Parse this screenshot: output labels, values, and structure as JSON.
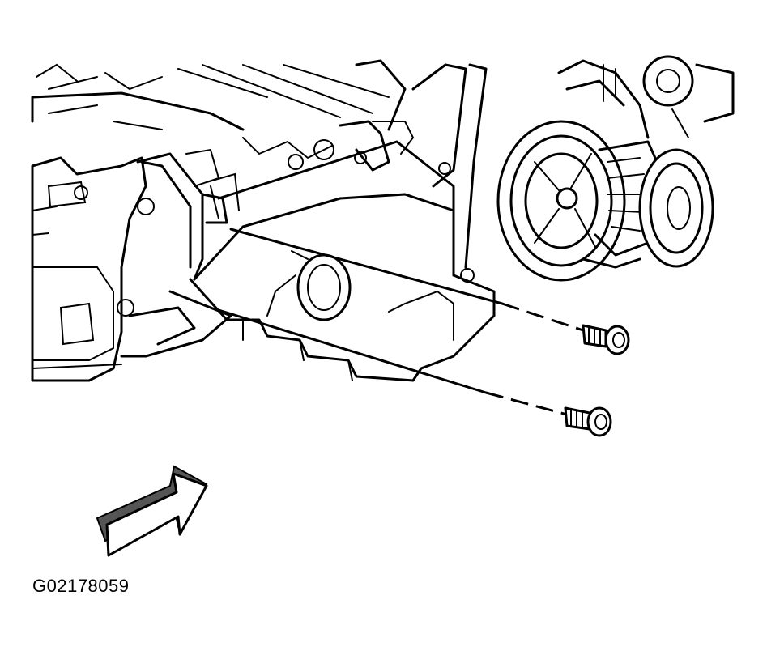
{
  "figure": {
    "caption": "G02178059",
    "parts": [
      "engine-block",
      "oil-pan",
      "transmission-housing",
      "crankshaft-pulley",
      "ac-compressor-pulley",
      "upper-bolt",
      "lower-bolt",
      "front-direction-arrow"
    ]
  },
  "colors": {
    "ink": "#000000",
    "paper": "#ffffff",
    "arrow_shade": "#555555"
  }
}
